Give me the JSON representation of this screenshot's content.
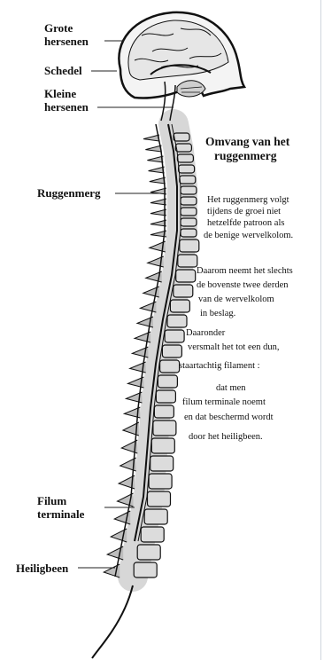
{
  "labels": {
    "grote_hersenen": [
      "Grote",
      "hersenen"
    ],
    "schedel": "Schedel",
    "kleine_hersenen": [
      "Kleine",
      "hersenen"
    ],
    "ruggenmerg": "Ruggenmerg",
    "filum_terminale": [
      "Filum",
      "terminale"
    ],
    "heiligbeen": "Heiligbeen"
  },
  "heading": [
    "Omvang van het",
    "ruggenmerg"
  ],
  "description": [
    "Het ruggenmerg volgt",
    "tijdens de groei  niet",
    "hetzelfde patroon als",
    "de benige wervelkolom.",
    "Daarom neemt het slechts",
    "de bovenste twee derden",
    "van de wervelkolom",
    "in beslag.",
    "Daaronder",
    "versmalt het tot een dun,",
    "staartachtig  filament :",
    "dat men",
    "filum terminale noemt",
    "en dat beschermd wordt",
    "door het heiligbeen."
  ]
}
